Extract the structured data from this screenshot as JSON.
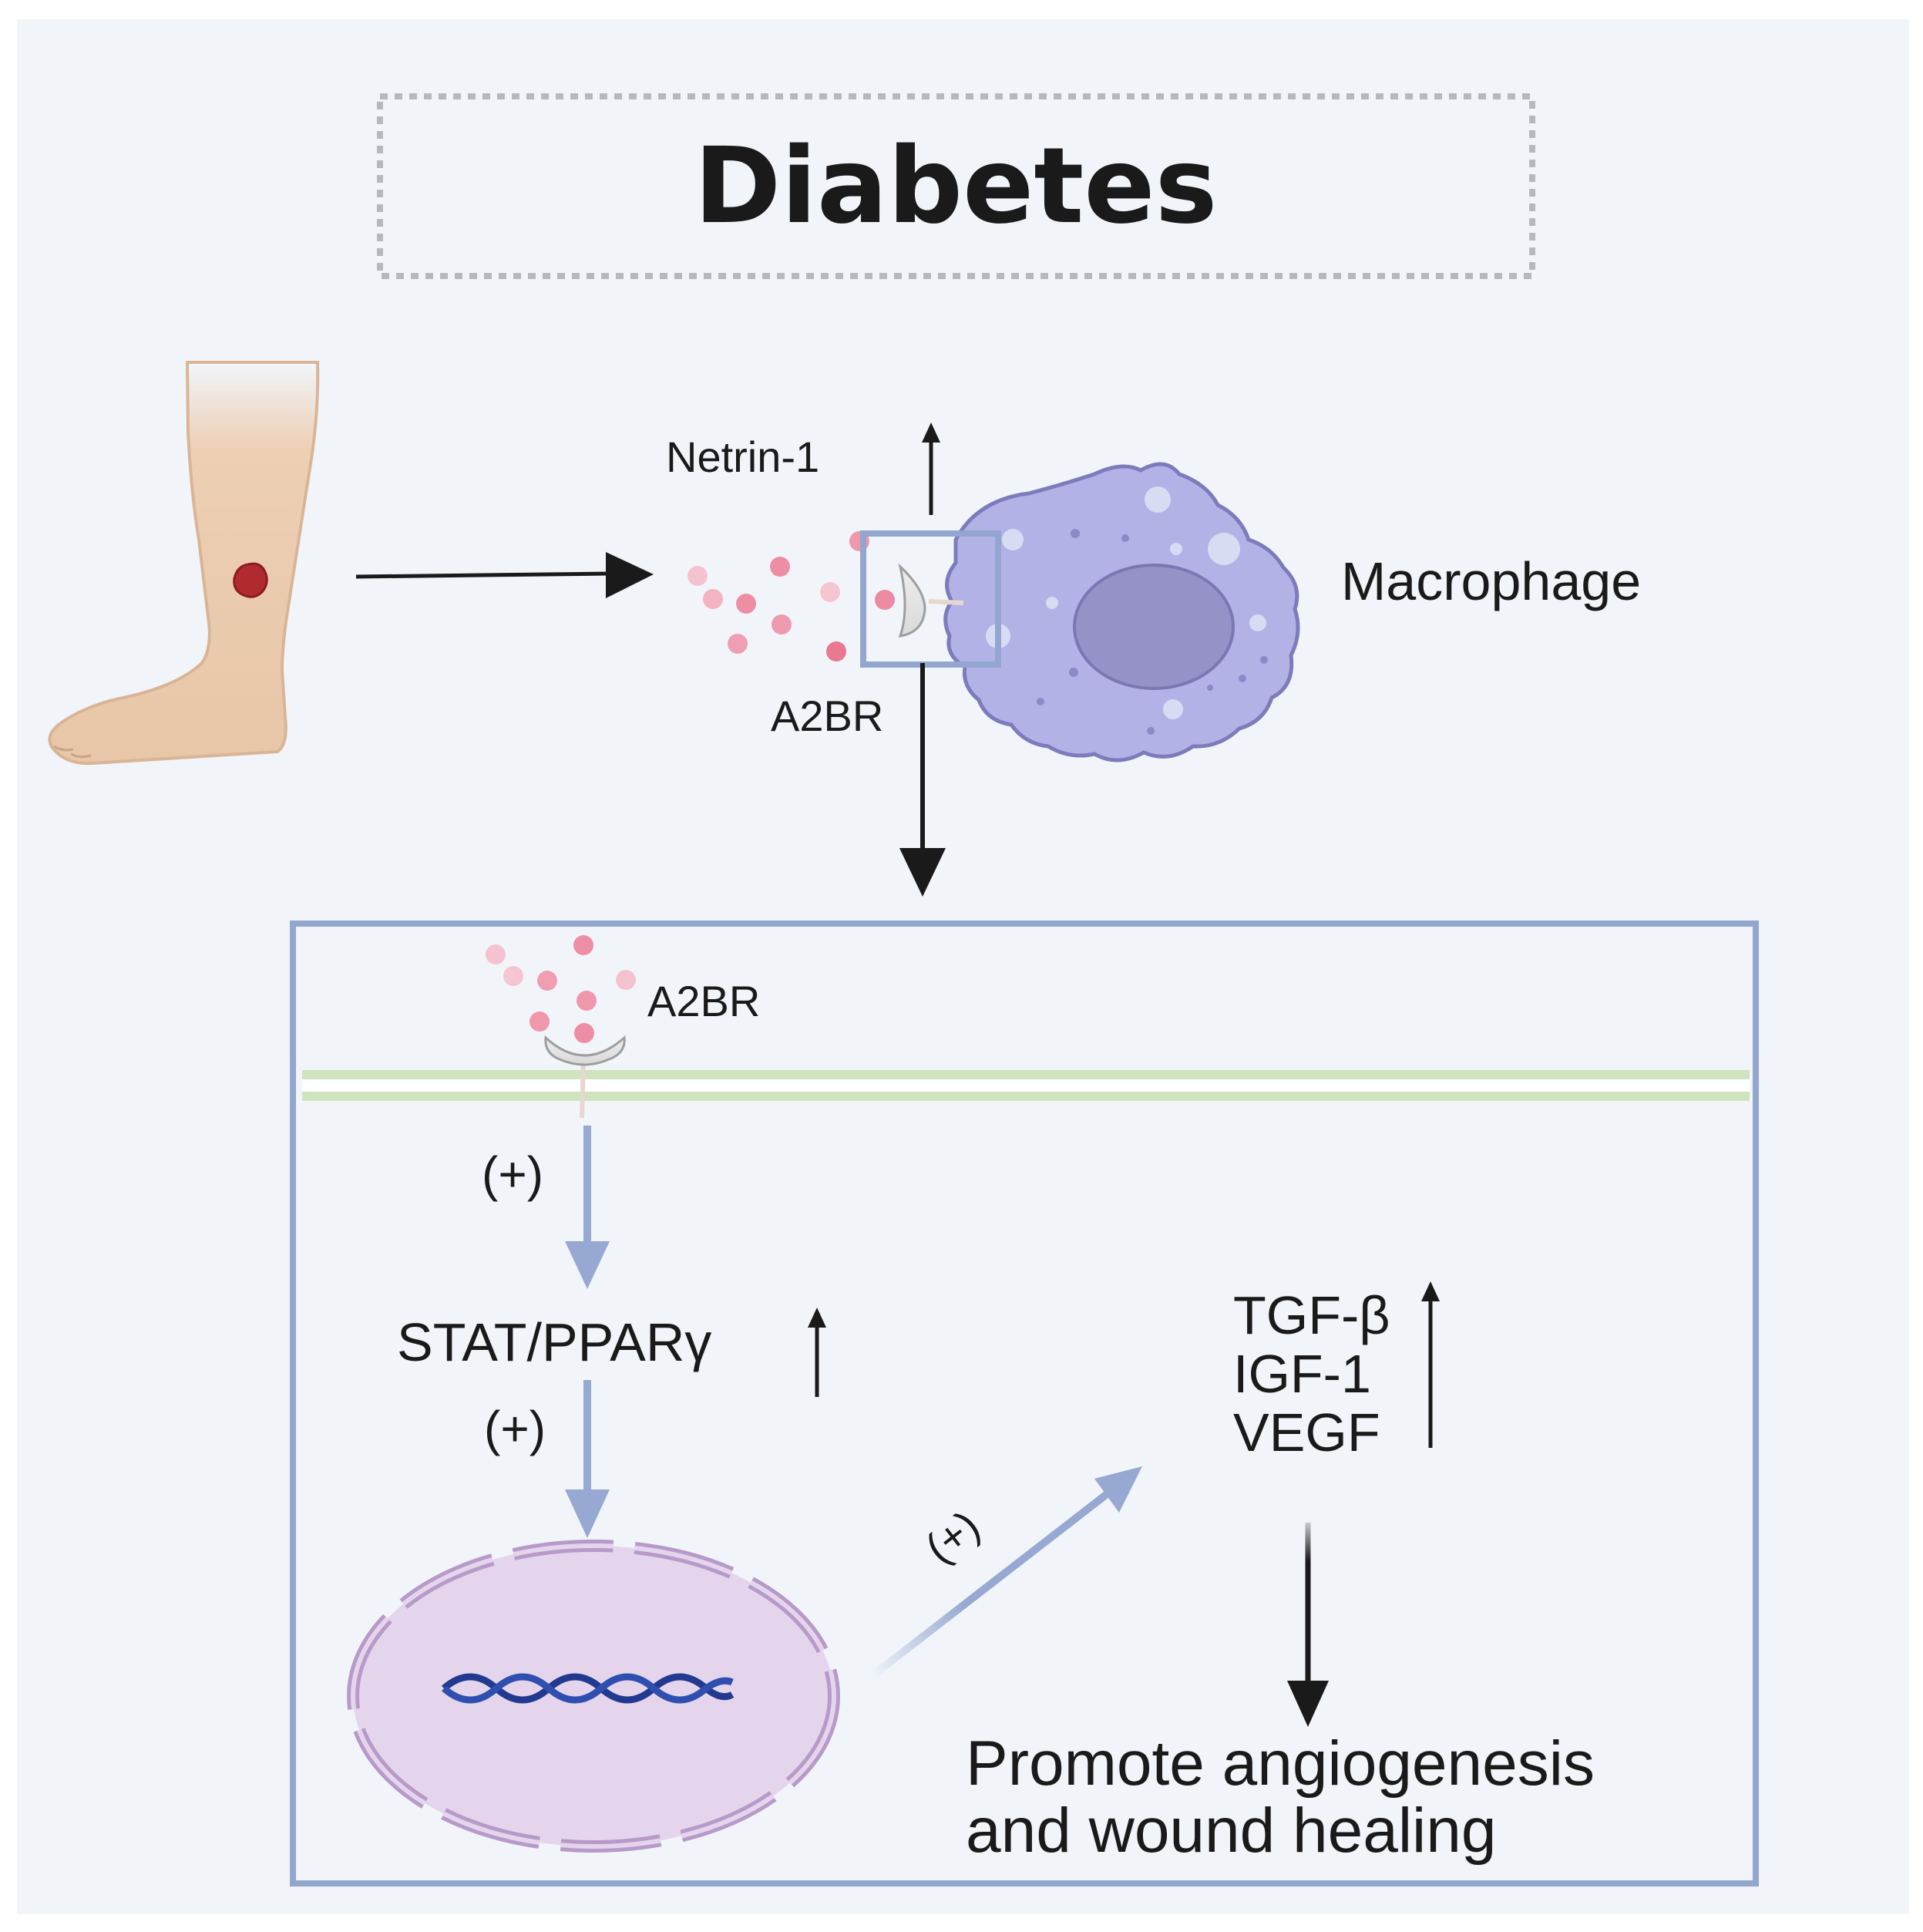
{
  "title": "Diabetes",
  "labels": {
    "netrin": "Netrin-1",
    "a2br_top": "A2BR",
    "macrophage": "Macrophage",
    "a2br_inner": "A2BR",
    "plus_1": "(+)",
    "stat": "STAT/PPARγ",
    "plus_2": "(+)",
    "plus_3": "(+)",
    "factors": [
      "TGF-β",
      "IGF-1",
      "VEGF"
    ],
    "outcome": [
      "Promote angiogenesis",
      "and wound healing"
    ]
  },
  "colors": {
    "background": "#f1f5fa",
    "frame": "#93a6cf",
    "arrow_blue": "#97a9d2",
    "membrane": "#cfe3bd",
    "macrophage": "#b3b2e6",
    "macrophage_nucleus": "#9592c8",
    "nucleus": "#e5d5ec",
    "nucleus_edge": "#b79ac9",
    "dna": "#213a8f",
    "netrin_dot": "#ef8fa6",
    "skin": "#edcfb4",
    "wound": "#b02a30"
  }
}
